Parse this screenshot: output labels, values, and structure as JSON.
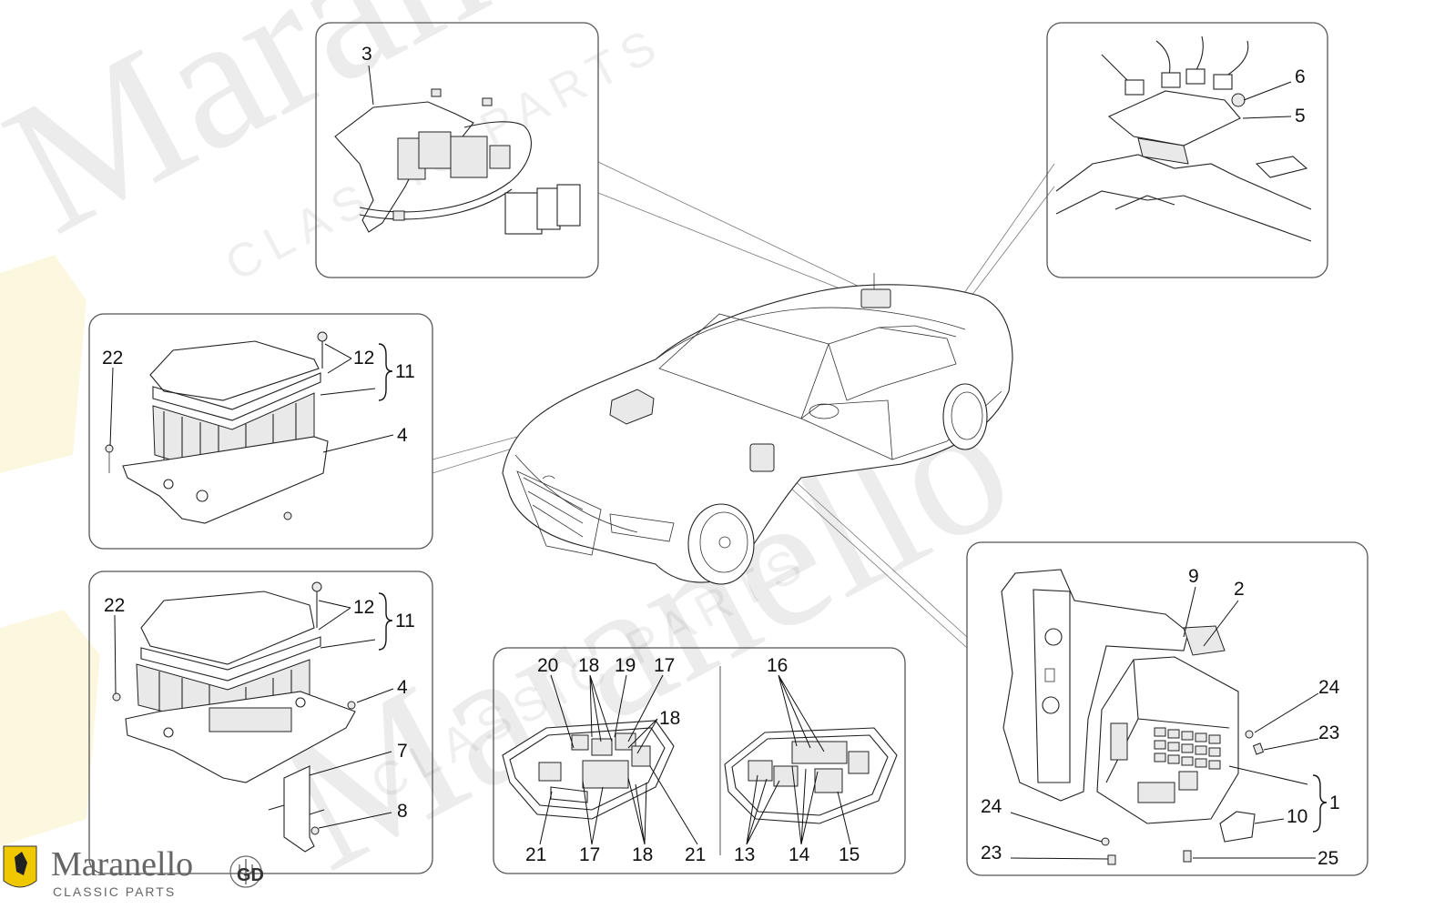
{
  "diagram": {
    "callout_numbers": [
      "1",
      "2",
      "3",
      "4",
      "5",
      "6",
      "7",
      "8",
      "9",
      "10",
      "11",
      "12",
      "13",
      "14",
      "15",
      "16",
      "17",
      "18",
      "19",
      "20",
      "21",
      "22",
      "23",
      "24",
      "25"
    ]
  },
  "branding": {
    "brand_name": "Maranello",
    "brand_sub": "CLASSIC PARTS",
    "badge": "GD",
    "watermark_main": "Maranello",
    "watermark_sub": "CLASSIC PARTS"
  }
}
